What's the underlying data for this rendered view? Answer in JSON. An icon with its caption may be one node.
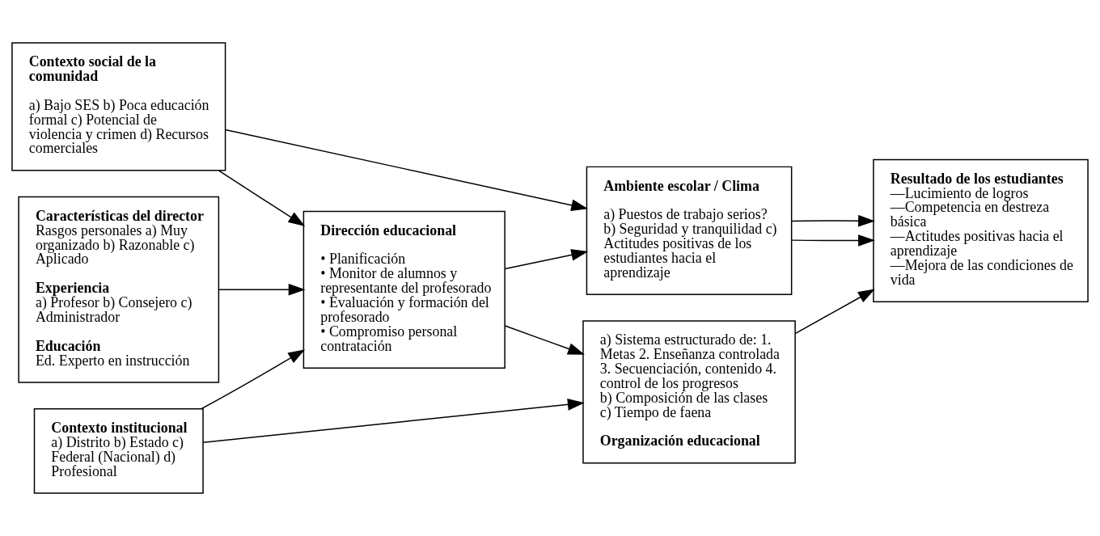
{
  "diagram": {
    "nodes": [
      {
        "text": [
          "Contexto social de la comunidad",
          "a) Bajo SES b) Poca educación formal c) Potencial de violencia y crimen d) Recursos comerciales"
        ]
      },
      {
        "text": [
          "Características del director",
          "Rasgos personales a) Muy organizado b) Razonable c) Aplicado",
          "Experiencia",
          "a) Profesor b) Consejero c) Administrador",
          "Educación",
          "Ed. Experto en instrucción"
        ]
      },
      {
        "text": [
          "Contexto institucional",
          "a) Distrito b) Estado c) Federal (Nacional) d) Profesional"
        ]
      },
      {
        "text": [
          "Dirección educacional",
          "• Planificación",
          "• Monitor de alumnos y representante del profesorado",
          "• Evaluación y formación del profesorado",
          "• Compromiso personal contratación"
        ]
      },
      {
        "text": [
          "Ambiente escolar / Clima",
          "a) Puestos de trabajo serios? b) Seguridad y tranquilidad c) Actitudes positivas de los estudiantes hacia el aprendizaje"
        ]
      },
      {
        "text": [
          "a) Sistema estructurado de: 1. Metas 2. Enseñanza controlada 3. Secuenciación, contenido 4. control de los progresos",
          "b) Composición de las clases",
          "c) Tiempo de faena",
          "Organización educacional"
        ]
      },
      {
        "text": [
          "Resultado de los estudiantes",
          "—Lucimiento de logros",
          "—Competencia en destreza básica",
          "—Actitudes positivas hacia el aprendizaje",
          "—Mejora de las condiciones de vida"
        ]
      }
    ],
    "edges": [
      {
        "from": 0,
        "to": 4,
        "arrow": "to"
      },
      {
        "from": 0,
        "to": 3,
        "arrow": "to"
      },
      {
        "from": 1,
        "to": 3,
        "arrow": "to"
      },
      {
        "from": 2,
        "to": 3,
        "arrow": "to"
      },
      {
        "from": 2,
        "to": 5,
        "arrow": "to"
      },
      {
        "from": 3,
        "to": 4,
        "arrow": "to"
      },
      {
        "from": 3,
        "to": 5,
        "arrow": "to"
      },
      {
        "from": 4,
        "to": 6,
        "arrow": "to"
      },
      {
        "from": 4,
        "to": 6,
        "arrow": "to"
      },
      {
        "from": 5,
        "to": 6,
        "arrow": "to"
      }
    ]
  }
}
